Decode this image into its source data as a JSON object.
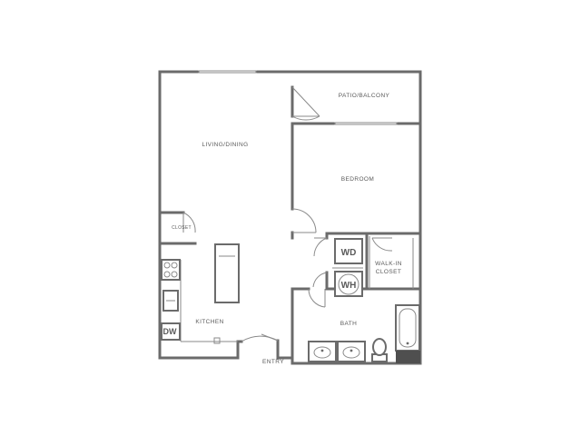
{
  "rooms": {
    "living_dining": "LIVING/DINING",
    "patio_balcony": "PATIO/BALCONY",
    "bedroom": "BEDROOM",
    "closet": "CLOSET",
    "walk_in_line1": "WALK-IN",
    "walk_in_line2": "CLOSET",
    "kitchen": "KITCHEN",
    "bath": "BATH",
    "entry": "ENTRY"
  },
  "appliances": {
    "washer_dryer": "WD",
    "water_heater": "WH",
    "dishwasher": "DW"
  },
  "colors": {
    "wall": "#6b6b6b",
    "line": "#8a8a8a",
    "text": "#5a5a5a",
    "background": "#ffffff"
  }
}
